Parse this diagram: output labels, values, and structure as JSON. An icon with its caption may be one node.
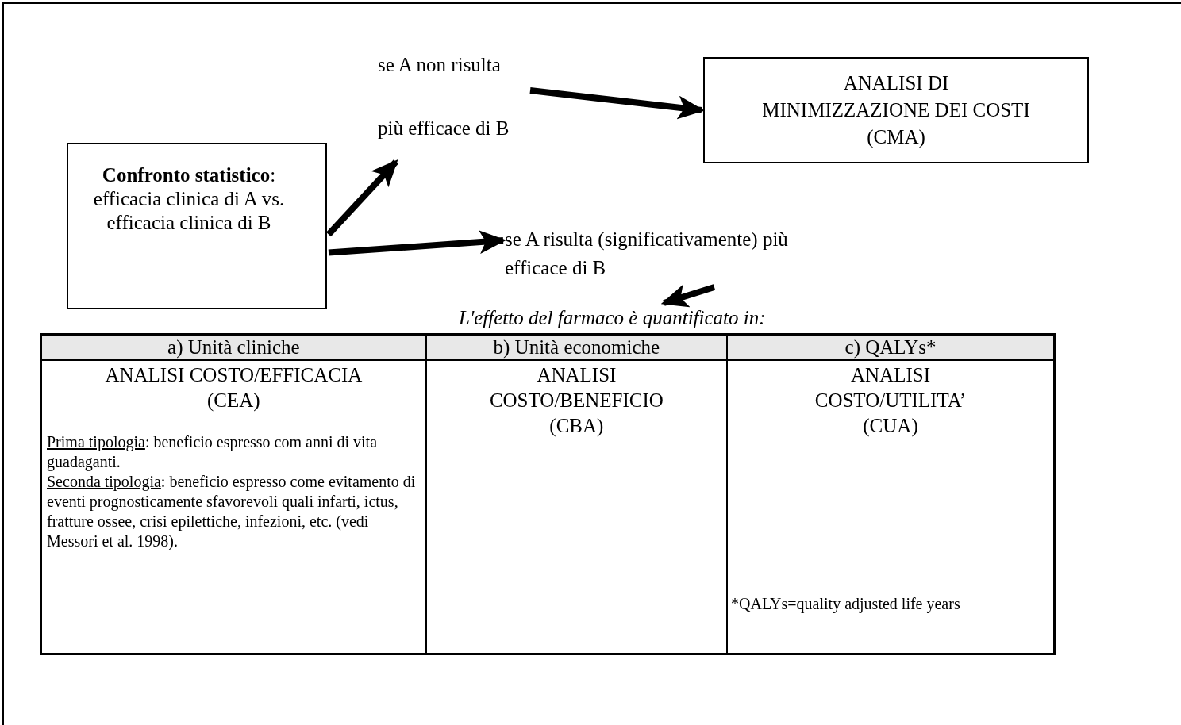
{
  "diagram": {
    "nodes": [
      {
        "text": [
          "**Confronto statistico**: efficacia clinica di A vs. efficacia clinica di B"
        ]
      },
      {
        "text": [
          "se A  non risulta più efficace di B"
        ]
      },
      {
        "text": [
          "ANALISI DI  MINIMIZZAZIONE DEI COSTI (CMA)"
        ]
      },
      {
        "text": [
          "se A risulta (significativamente) più efficace di B"
        ]
      },
      {
        "text": [
          "L'effetto del farmaco è quantificato in:"
        ]
      }
    ],
    "edges": [
      {
        "from": 0,
        "to": 1,
        "arrow": "to"
      },
      {
        "from": 1,
        "to": 2,
        "arrow": "to"
      },
      {
        "from": 0,
        "to": 3,
        "arrow": "to"
      },
      {
        "from": 3,
        "to": 4,
        "arrow": "to"
      }
    ],
    "labels": [
      "a) Unità cliniche",
      "b)  Unità economiche",
      "c) QALYs*",
      "ANALISI COSTO/EFFICACIA (CEA)",
      "Prima tipologia: beneficio espresso com anni di vita guadaganti.",
      "Seconda tipologia: beneficio espresso come evitamento di eventi prognosticamente sfavorevoli  quali infarti, ictus, fratture ossee, crisi epilettiche, infezioni, etc. (vedi  Messori et al. 1998).",
      "ANALISI COSTO/BENEFICIO (CBA)",
      "ANALISI COSTO/UTILITA’ (CUA)",
      "*QALYs=quality adjusted life years"
    ]
  }
}
